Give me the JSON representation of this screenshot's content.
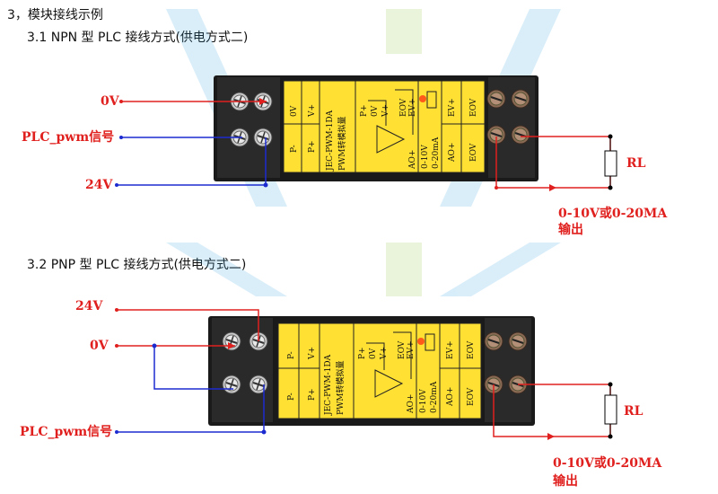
{
  "section": {
    "title": "3，模块接线示例"
  },
  "diagrams": [
    {
      "heading": "3.1 NPN 型 PLC 接线方式(供电方式二)",
      "labels": {
        "zero_v": "0V",
        "plc_pwm": "PLC_pwm信号",
        "v24": "24V",
        "load": "RL",
        "output_line1": "0-10V或0-20MA",
        "output_line2": "输出"
      }
    },
    {
      "heading": "3.2 PNP 型 PLC 接线方式(供电方式二)",
      "labels": {
        "v24": "24V",
        "zero_v": "0V",
        "plc_pwm": "PLC_pwm信号",
        "load": "RL",
        "output_line1": "0-10V或0-20MA",
        "output_line2": "输出"
      }
    }
  ],
  "module": {
    "col1_top": "P-",
    "col1_mid": "P+",
    "col1_bot": "P-",
    "col2_top": "0V",
    "col2_bot": "V+",
    "model_line1": "JEC-PWM-1DA",
    "model_line2": "PWM转模拟量",
    "inner_top": [
      "P+",
      "0V",
      "V+"
    ],
    "inner_right": [
      "EOV",
      "EV+"
    ],
    "out_col1": [
      "AO+",
      "0-10V",
      "0-20mA"
    ],
    "out_col2": [
      "EV+",
      "AO+"
    ],
    "out_col3": [
      "EOV",
      "EOV"
    ]
  },
  "colors": {
    "red_wire": "#e0201e",
    "blue_wire": "#1c2bd0",
    "module_yellow": "#ffe033",
    "housing": "#1a1a1a",
    "watermark": "#2a9fe0",
    "watermark_green": "#8fc83a"
  }
}
